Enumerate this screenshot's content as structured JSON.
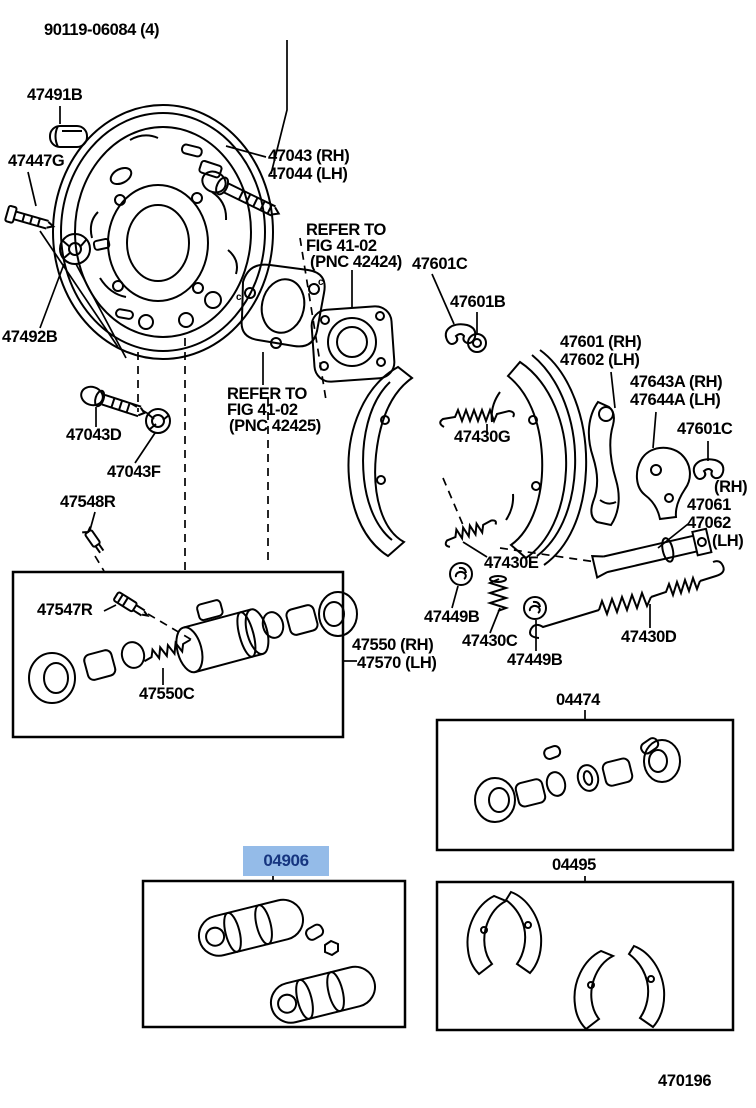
{
  "figure": {
    "code": "470196"
  },
  "highlight": {
    "bg": "#94bbe8",
    "fg": "#16357f",
    "selected_part": "04906"
  },
  "labels": {
    "p90119": "90119-06084 (4)",
    "p47491B": "47491B",
    "p47447G": "47447G",
    "p47043": "47043 (RH)",
    "p47044": "47044 (LH)",
    "refer1_l1": "REFER TO",
    "refer1_l2": "FIG 41-02",
    "refer1_l3": "(PNC 42424)",
    "p47601C_a": "47601C",
    "p47601B": "47601B",
    "p47492B": "47492B",
    "p47601": "47601 (RH)",
    "p47602": "47602 (LH)",
    "p47643A": "47643A (RH)",
    "p47644A": "47644A (LH)",
    "p47601C_b": "47601C",
    "refer2_l1": "REFER TO",
    "refer2_l2": "FIG 41-02",
    "refer2_l3": "(PNC 42425)",
    "p47043D": "47043D",
    "p47043F": "47043F",
    "p47430G": "47430G",
    "p47548R": "47548R",
    "rh1": "(RH)",
    "p47061": "47061",
    "p47062": "47062",
    "lh1": "(LH)",
    "p47430E": "47430E",
    "p47547R": "47547R",
    "p47449B_a": "47449B",
    "p47430C": "47430C",
    "p47449B_b": "47449B",
    "p47430D": "47430D",
    "p47550": "47550 (RH)",
    "p47570": "47570 (LH)",
    "p47550C": "47550C",
    "kit04474": "04474",
    "kit04906": "04906",
    "kit04495": "04495"
  },
  "drawing": {
    "gasket_mark_left": "c",
    "gasket_mark_right": "c"
  }
}
